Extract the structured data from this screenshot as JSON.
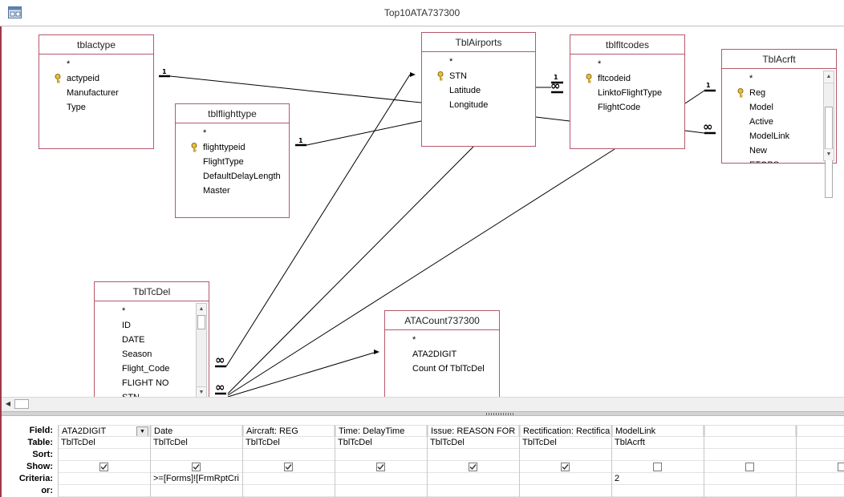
{
  "window": {
    "title": "Top10ATA737300"
  },
  "icons": {
    "query": "query-design-icon",
    "key": "primary-key-icon"
  },
  "colors": {
    "table_border": "#b5586b",
    "window_frame": "#a0384a",
    "relationship_line": "#000000"
  },
  "tables": [
    {
      "name": "tblactype",
      "fields": [
        {
          "label": "*",
          "key": false
        },
        {
          "label": "actypeid",
          "key": true
        },
        {
          "label": "Manufacturer",
          "key": false
        },
        {
          "label": "Type",
          "key": false
        }
      ]
    },
    {
      "name": "tblflighttype",
      "fields": [
        {
          "label": "*",
          "key": false
        },
        {
          "label": "flighttypeid",
          "key": true
        },
        {
          "label": "FlightType",
          "key": false
        },
        {
          "label": "DefaultDelayLength",
          "key": false
        },
        {
          "label": "Master",
          "key": false
        }
      ]
    },
    {
      "name": "TblAirports",
      "fields": [
        {
          "label": "*",
          "key": false
        },
        {
          "label": "STN",
          "key": true
        },
        {
          "label": "Latitude",
          "key": false
        },
        {
          "label": "Longitude",
          "key": false
        }
      ]
    },
    {
      "name": "tblfltcodes",
      "fields": [
        {
          "label": "*",
          "key": false
        },
        {
          "label": "fltcodeid",
          "key": true
        },
        {
          "label": "LinktoFlightType",
          "key": false
        },
        {
          "label": "FlightCode",
          "key": false
        }
      ]
    },
    {
      "name": "TblAcrft",
      "fields": [
        {
          "label": "*",
          "key": false
        },
        {
          "label": "Reg",
          "key": true
        },
        {
          "label": "Model",
          "key": false
        },
        {
          "label": "Active",
          "key": false
        },
        {
          "label": "ModelLink",
          "key": false
        },
        {
          "label": "New",
          "key": false
        },
        {
          "label": "ETOPS",
          "key": false
        }
      ]
    },
    {
      "name": "TblTcDel",
      "fields": [
        {
          "label": "*",
          "key": false
        },
        {
          "label": "ID",
          "key": false
        },
        {
          "label": "DATE",
          "key": false
        },
        {
          "label": "Season",
          "key": false
        },
        {
          "label": "Flight_Code",
          "key": false
        },
        {
          "label": "FLIGHT NO",
          "key": false
        },
        {
          "label": "STN",
          "key": false
        }
      ]
    },
    {
      "name": "ATACount737300",
      "fields": [
        {
          "label": "*",
          "key": false
        },
        {
          "label": "ATA2DIGIT",
          "key": false
        },
        {
          "label": "Count Of TblTcDel",
          "key": false
        }
      ]
    }
  ],
  "join_labels": {
    "one": "1",
    "many": "∞"
  },
  "grid": {
    "row_labels": [
      "Field:",
      "Table:",
      "Sort:",
      "Show:",
      "Criteria:",
      "or:"
    ],
    "columns": [
      {
        "field": "ATA2DIGIT",
        "table": "TblTcDel",
        "sort": "",
        "show": true,
        "criteria": "",
        "or": ""
      },
      {
        "field": "Date",
        "table": "TblTcDel",
        "sort": "",
        "show": true,
        "criteria": ">=[Forms]![FrmRptCri",
        "or": ""
      },
      {
        "field": "Aircraft: REG",
        "table": "TblTcDel",
        "sort": "",
        "show": true,
        "criteria": "",
        "or": ""
      },
      {
        "field": "Time: DelayTime",
        "table": "TblTcDel",
        "sort": "",
        "show": true,
        "criteria": "",
        "or": ""
      },
      {
        "field": "Issue: REASON FOR D",
        "table": "TblTcDel",
        "sort": "",
        "show": true,
        "criteria": "",
        "or": ""
      },
      {
        "field": "Rectification: Rectifica",
        "table": "TblTcDel",
        "sort": "",
        "show": true,
        "criteria": "",
        "or": ""
      },
      {
        "field": "ModelLink",
        "table": "TblAcrft",
        "sort": "",
        "show": false,
        "criteria": "2",
        "or": ""
      },
      {
        "field": "",
        "table": "",
        "sort": "",
        "show": false,
        "criteria": "",
        "or": ""
      },
      {
        "field": "",
        "table": "",
        "sort": "",
        "show": false,
        "criteria": "",
        "or": ""
      },
      {
        "field": "",
        "table": "",
        "sort": "",
        "show": false,
        "criteria": "",
        "or": ""
      }
    ]
  }
}
